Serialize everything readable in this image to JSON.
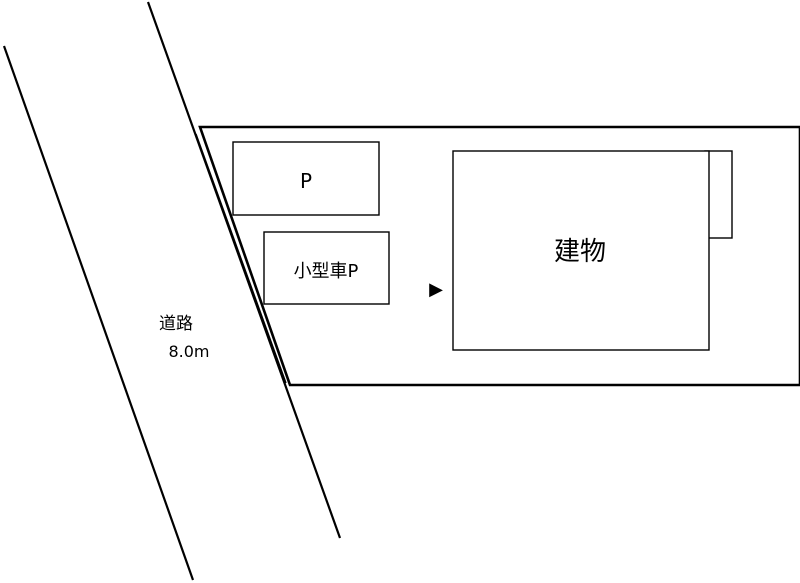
{
  "road": {
    "name": "道路",
    "width": "8.0m"
  },
  "parking": {
    "regular_label": "P",
    "compact_label": "小型車P"
  },
  "building": {
    "label": "建物"
  },
  "entrance_marker": {
    "icon": "triangle-right-icon",
    "glyph": "▶"
  },
  "colors": {
    "line": "#000000",
    "background": "#ffffff"
  }
}
